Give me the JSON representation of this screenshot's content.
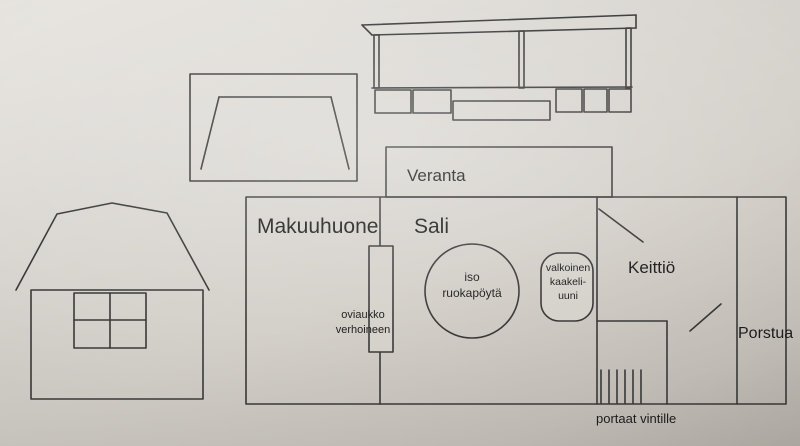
{
  "rooms": {
    "veranta": "Veranta",
    "makuuhuone": "Makuuhuone",
    "sali": "Sali",
    "keittio": "Keittiö",
    "porstua": "Porstua"
  },
  "annotations": {
    "table_line1": "iso",
    "table_line2": "ruokapöytä",
    "stove_line1": "valkoinen",
    "stove_line2": "kaakeli-",
    "stove_line3": "uuni",
    "doorway_line1": "oviaukko",
    "doorway_line2": "verhoineen",
    "stairs": "portaat vintille"
  },
  "colors": {
    "ink": "#3a3a3a",
    "paper": "#d6d2cc",
    "text": "#1d1d1d"
  }
}
